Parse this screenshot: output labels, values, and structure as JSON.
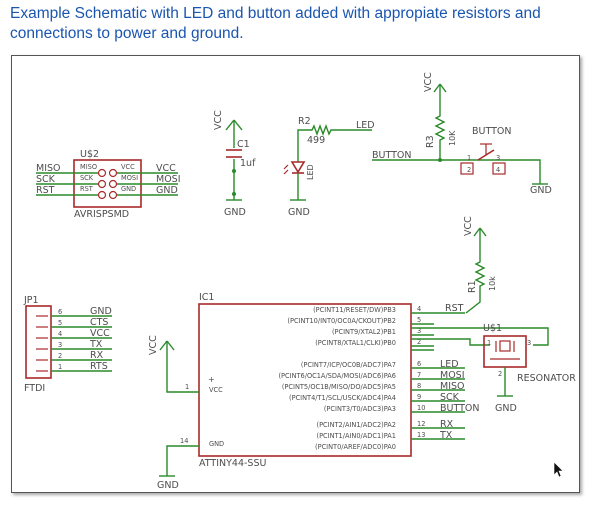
{
  "caption": "Example Schematic with LED and button added with appropiate resistors and connections to power and ground.",
  "avr": {
    "ref": "U$2",
    "name": "AVRISPSMD",
    "left_nets": [
      "MISO",
      "SCK",
      "RST"
    ],
    "pins_left": [
      "MISO",
      "SCK",
      "RST"
    ],
    "pins_right": [
      "VCC",
      "MOSI",
      "GND"
    ],
    "right_nets": [
      "VCC",
      "MOSI",
      "GND"
    ]
  },
  "cap": {
    "supply": "VCC",
    "ref": "C1",
    "value": "1uf",
    "ground": "GND"
  },
  "led": {
    "ref": "R2",
    "value": "499",
    "net": "LED",
    "diode": "LED",
    "ground": "GND"
  },
  "button": {
    "supply": "VCC",
    "r_ref": "R3",
    "r_value": "10K",
    "net": "BUTTON",
    "label": "BUTTON",
    "pin1": "1",
    "pin2": "2",
    "pin3": "3",
    "pin4": "4",
    "ground": "GND"
  },
  "rst": {
    "supply": "VCC",
    "r_ref": "R1",
    "r_value": "10k",
    "net": "RST"
  },
  "jp": {
    "ref": "JP1",
    "name": "FTDI",
    "pins": [
      "6",
      "5",
      "4",
      "3",
      "2",
      "1"
    ],
    "nets": [
      "GND",
      "CTS",
      "VCC",
      "TX",
      "RX",
      "RTS"
    ]
  },
  "ic": {
    "ref": "IC1",
    "name": "ATTINY44-SSU",
    "vcc_pin": "1",
    "vcc_label": "VCC",
    "gnd_pin": "14",
    "gnd_label": "GND",
    "supply": "VCC",
    "ground": "GND",
    "plus": "+",
    "right_pins": [
      {
        "label": "(PCINT11/RESET/DW)PB3",
        "num": "4",
        "net": "RST"
      },
      {
        "label": "(PCINT10/INT0/OC0A/CKOUT)PB2",
        "num": "5",
        "net": ""
      },
      {
        "label": "(PCINT9/XTAL2)PB1",
        "num": "3",
        "net": ""
      },
      {
        "label": "(PCINT8/XTAL1/CLKI)PB0",
        "num": "2",
        "net": ""
      },
      {
        "label": "(PCINT7/ICP/OC0B/ADC7)PA7",
        "num": "6",
        "net": "LED"
      },
      {
        "label": "(PCINT6/OC1A/SDA/MOSI/ADC6)PA6",
        "num": "7",
        "net": "MOSI"
      },
      {
        "label": "(PCINT5/OC1B/MISO/DO/ADC5)PA5",
        "num": "8",
        "net": "MISO"
      },
      {
        "label": "(PCINT4/T1/SCL/USCK/ADC4)PA4",
        "num": "9",
        "net": "SCK"
      },
      {
        "label": "(PCINT3/T0/ADC3)PA3",
        "num": "10",
        "net": "BUTTON"
      },
      {
        "label": "(PCINT2/AIN1/ADC2)PA2",
        "num": "12",
        "net": "RX"
      },
      {
        "label": "(PCINT1/AIN0/ADC1)PA1",
        "num": "13",
        "net": "TX"
      },
      {
        "label": "(PCINT0/AREF/ADC0)PA0",
        "num": "",
        "net": ""
      }
    ]
  },
  "resonator": {
    "ref": "U$1",
    "name": "RESONATOR",
    "pin1": "1",
    "pin2": "2",
    "pin3": "3",
    "ground": "GND"
  },
  "cursor": {
    "icon": "mouse-pointer-icon"
  }
}
